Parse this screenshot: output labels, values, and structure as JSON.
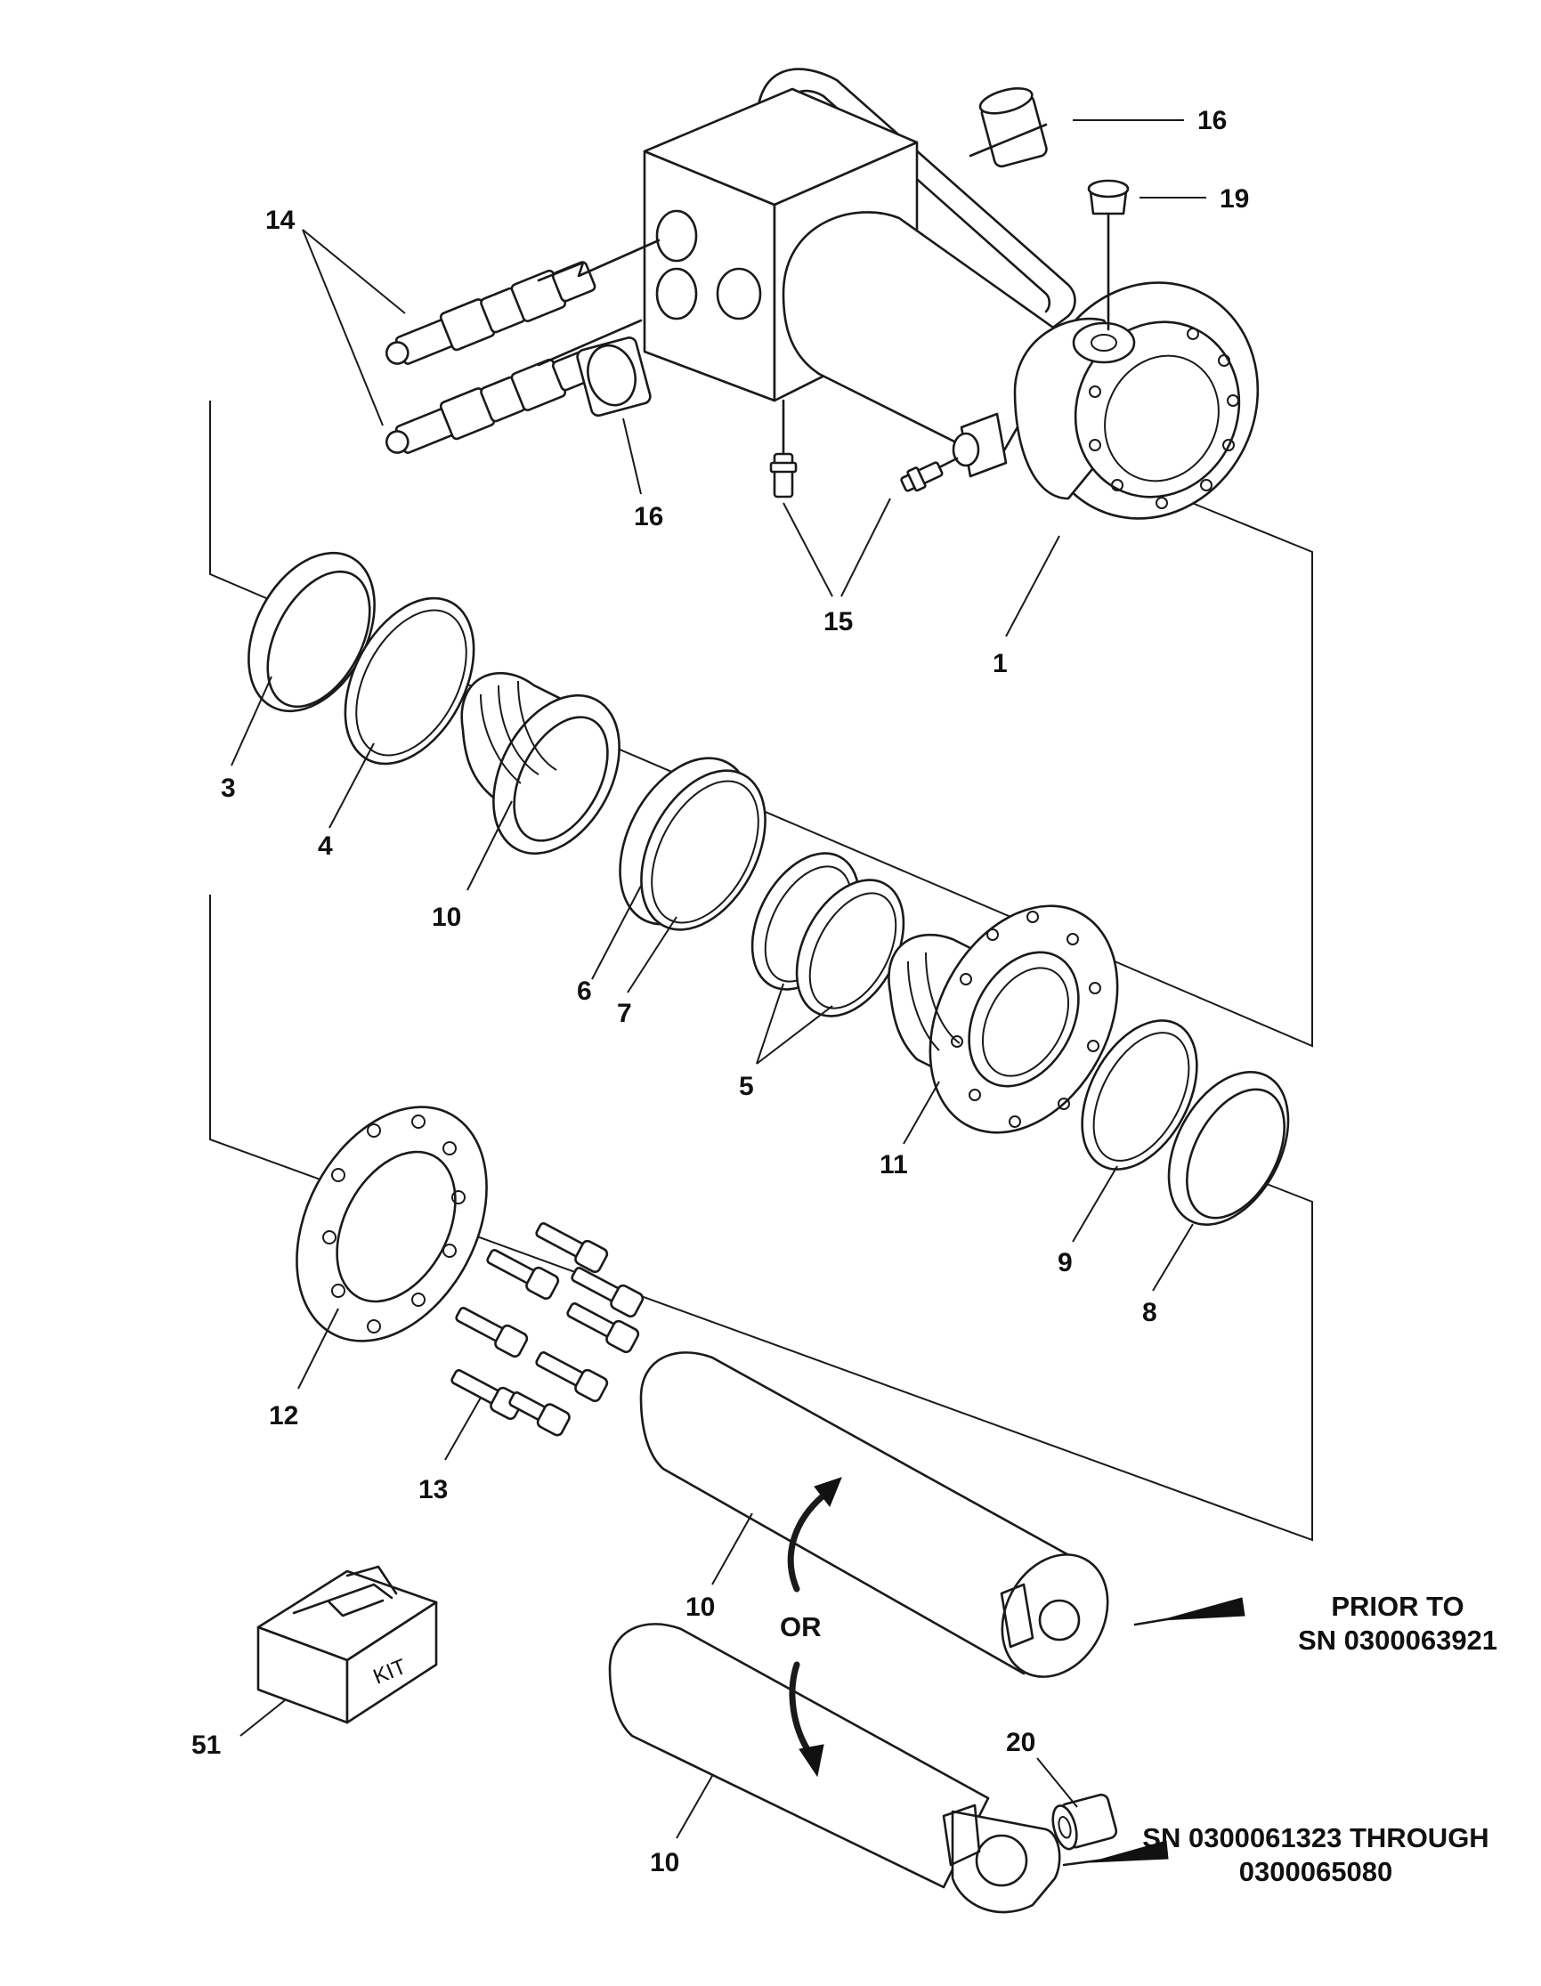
{
  "callouts": {
    "c1": "1",
    "c3": "3",
    "c4": "4",
    "c5": "5",
    "c6": "6",
    "c7": "7",
    "c8": "8",
    "c9": "9",
    "c10a": "10",
    "c10b": "10",
    "c10c": "10",
    "c11": "11",
    "c12": "12",
    "c13": "13",
    "c14": "14",
    "c15": "15",
    "c16a": "16",
    "c16b": "16",
    "c19": "19",
    "c20": "20",
    "c51": "51"
  },
  "notes": {
    "prior_line1": "PRIOR TO",
    "prior_line2": "SN 0300063921",
    "through_line1": "SN 0300061323 THROUGH",
    "through_line2": "0300065080",
    "or": "OR"
  },
  "kit_label": "KIT"
}
